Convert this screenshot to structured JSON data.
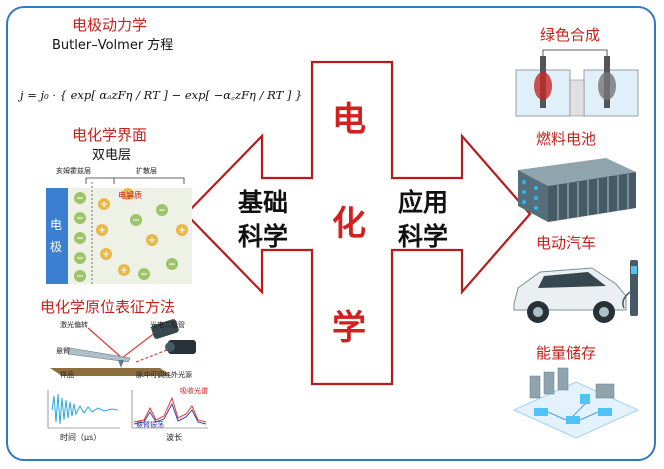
{
  "center": {
    "char1": "电",
    "char2": "化",
    "char3": "学",
    "left_line1": "基础",
    "left_line2": "科学",
    "right_line1": "应用",
    "right_line2": "科学"
  },
  "kinetics": {
    "title": "电极动力学",
    "subtitle": "Butler–Volmer 方程",
    "equation": "j = j₀ · { exp[ αₐzFη / RT ] − exp[ −α꜀zFη / RT ] }"
  },
  "interface": {
    "title": "电化学界面",
    "subtitle": "双电层",
    "compact_label": "亥姆霍兹层",
    "diffuse_label": "扩散层",
    "electrolyte_label": "电解质",
    "electrode_label": "电 极"
  },
  "insitu": {
    "title": "电化学原位表征方法",
    "laser_label": "激光偏转",
    "photodiode_label": "光电二极管",
    "cantilever_label": "悬臂",
    "sample_label": "样品",
    "ir_label": "脉冲可调红外光源",
    "time_axis": "时间（μs）",
    "wavelength_axis": "波长",
    "absorption_label": "吸收光谱",
    "vibration_label": "悬臂振荡"
  },
  "applications": {
    "green": "绿色合成",
    "fuel": "燃料电池",
    "ev": "电动汽车",
    "storage": "能量储存"
  },
  "colors": {
    "accent_red": "#d2201e",
    "frame_blue": "#2e7bc4",
    "electrode_blue": "#3b7fd0",
    "plus_ion": "#e8b94a",
    "minus_ion": "#9cc56a"
  }
}
